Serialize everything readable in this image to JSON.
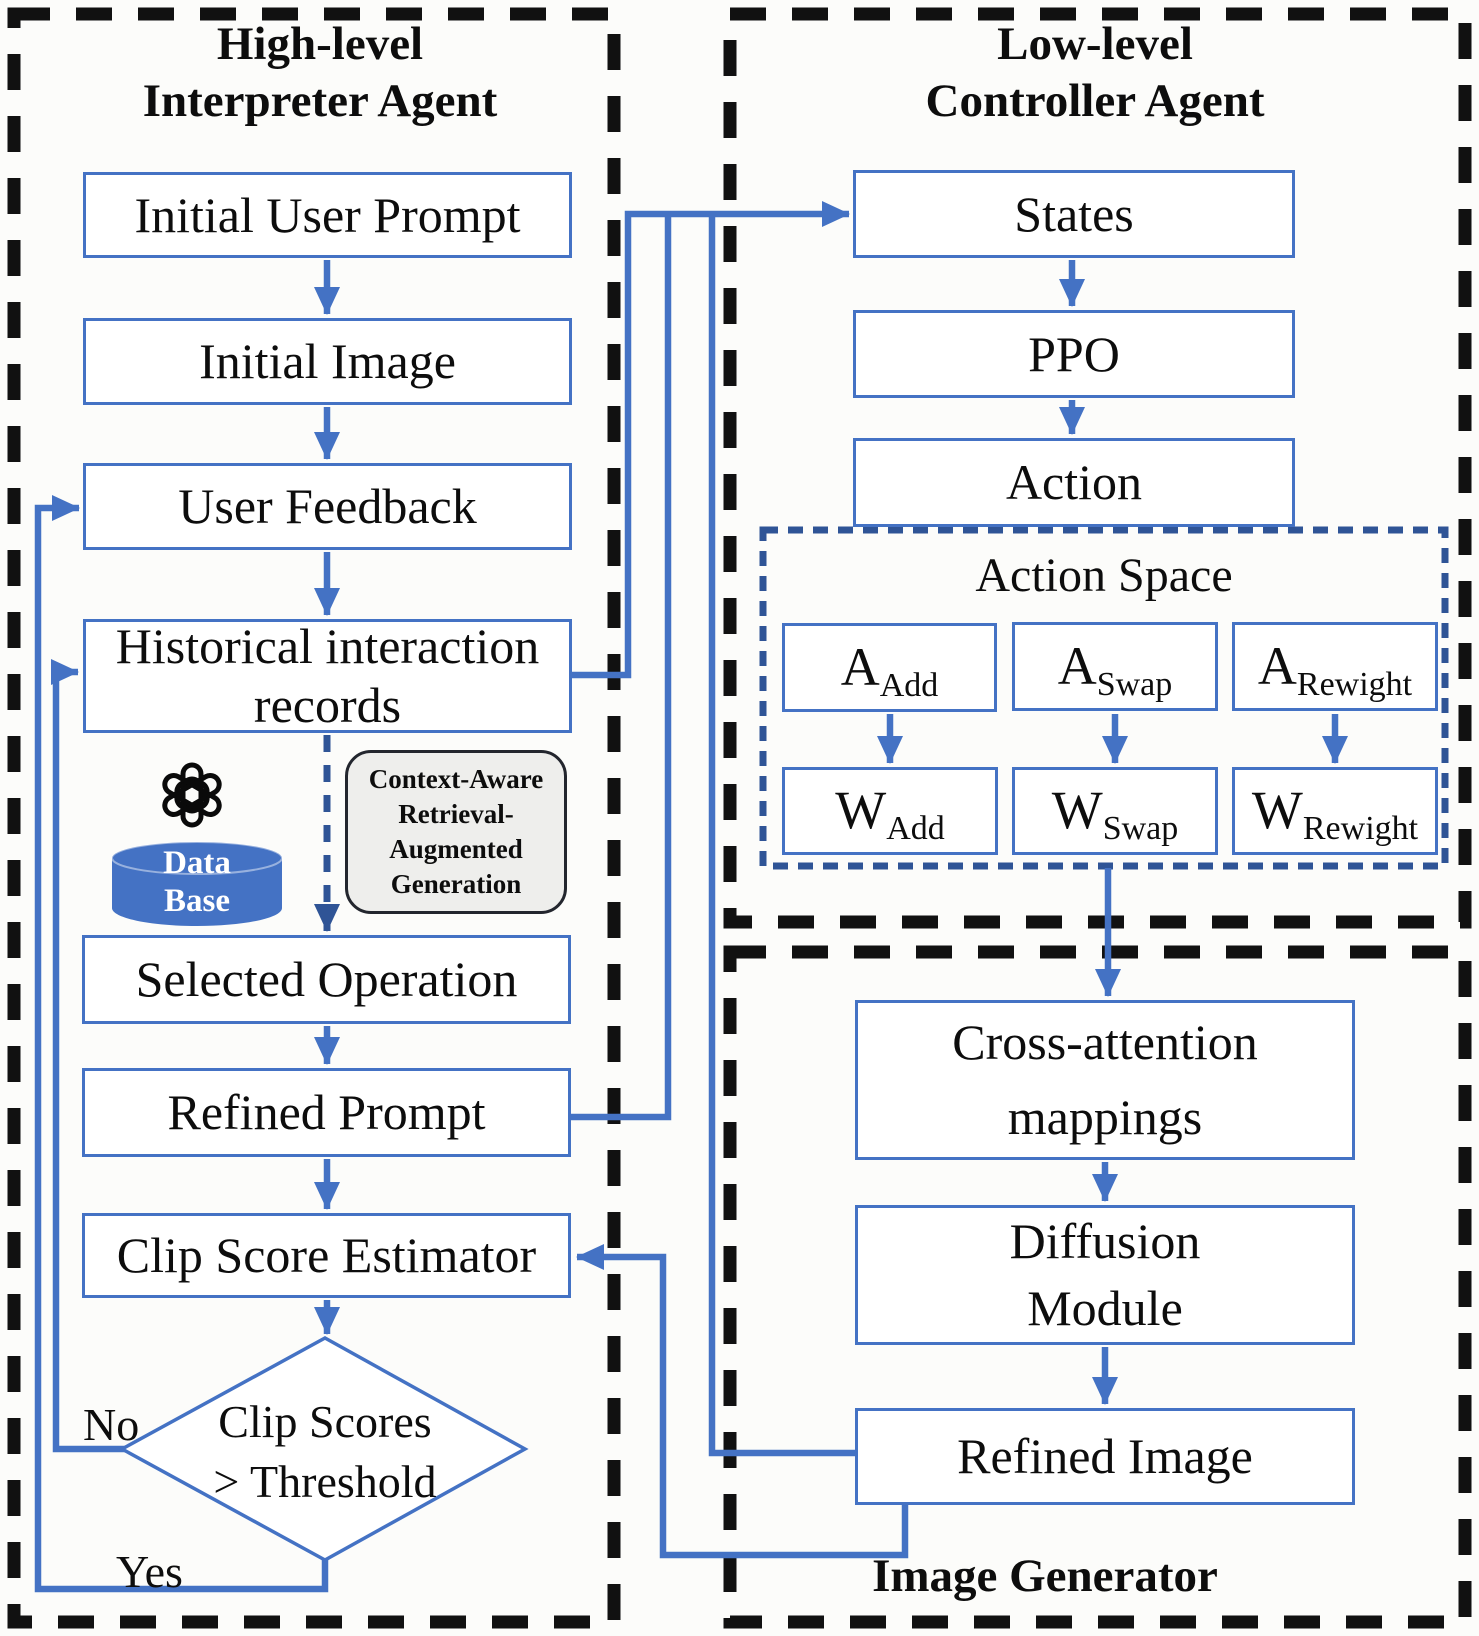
{
  "figure": {
    "colors": {
      "accent_blue": "#4472C4",
      "navy_dash": "#2F5496",
      "black_dash_border": "#111111",
      "note_background": "#EEEEEC",
      "database_fill": "#4472C4",
      "box_background": "#FFFFFF"
    },
    "interpreter": {
      "title": [
        "High-level",
        "Interpreter Agent"
      ],
      "nodes": {
        "initial_user_prompt": "Initial User Prompt",
        "initial_image": "Initial Image",
        "user_feedback": "User Feedback",
        "historical": [
          "Historical interaction",
          "records"
        ],
        "selected_operation": "Selected Operation",
        "refined_prompt": "Refined Prompt",
        "clip_score_estimator": "Clip Score Estimator",
        "decision": [
          "Clip Scores",
          "> Threshold"
        ]
      },
      "branch_labels": {
        "no": "No",
        "yes": "Yes"
      },
      "database_label": [
        "Data",
        "Base"
      ],
      "rag_note": [
        "Context-Aware",
        "Retrieval-",
        "Augmented",
        "Generation"
      ],
      "llm_icon": "openai-logo"
    },
    "controller": {
      "title": [
        "Low-level",
        "Controller Agent"
      ],
      "nodes": {
        "states": "States",
        "ppo": "PPO",
        "action": "Action"
      },
      "action_space": {
        "title": "Action Space",
        "columns": [
          {
            "action_main": "A",
            "action_sub": "Add",
            "weight_main": "W",
            "weight_sub": "Add"
          },
          {
            "action_main": "A",
            "action_sub": "Swap",
            "weight_main": "W",
            "weight_sub": "Swap"
          },
          {
            "action_main": "A",
            "action_sub": "Rewight",
            "weight_main": "W",
            "weight_sub": "Rewight"
          }
        ]
      }
    },
    "generator": {
      "title": "Image Generator",
      "nodes": {
        "cross_attention": [
          "Cross-attention",
          "mappings"
        ],
        "diffusion": [
          "Diffusion",
          "Module"
        ],
        "refined_image": "Refined Image"
      }
    }
  }
}
